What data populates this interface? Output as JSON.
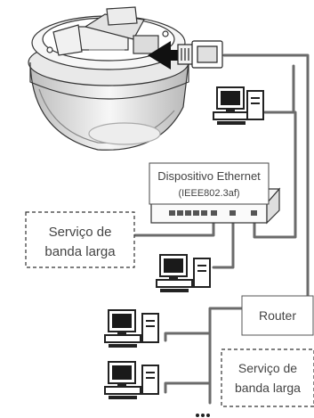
{
  "labels": {
    "ethernet_device_line1": "Dispositivo Ethernet",
    "ethernet_device_line2": "(IEEE802.3af)",
    "broadband_left_line1": "Serviço de",
    "broadband_left_line2": "banda larga",
    "router": "Router",
    "broadband_right_line1": "Serviço de",
    "broadband_right_line2": "banda larga"
  },
  "icons": {
    "camera": "dome-camera-icon",
    "connector": "rj45-connector-icon",
    "computer": "desktop-computer-icon",
    "switch": "poe-switch-icon"
  },
  "colors": {
    "cable": "#6b6b6b",
    "outline": "#333333",
    "arrow": "#111111",
    "box_dash": "#333333"
  }
}
